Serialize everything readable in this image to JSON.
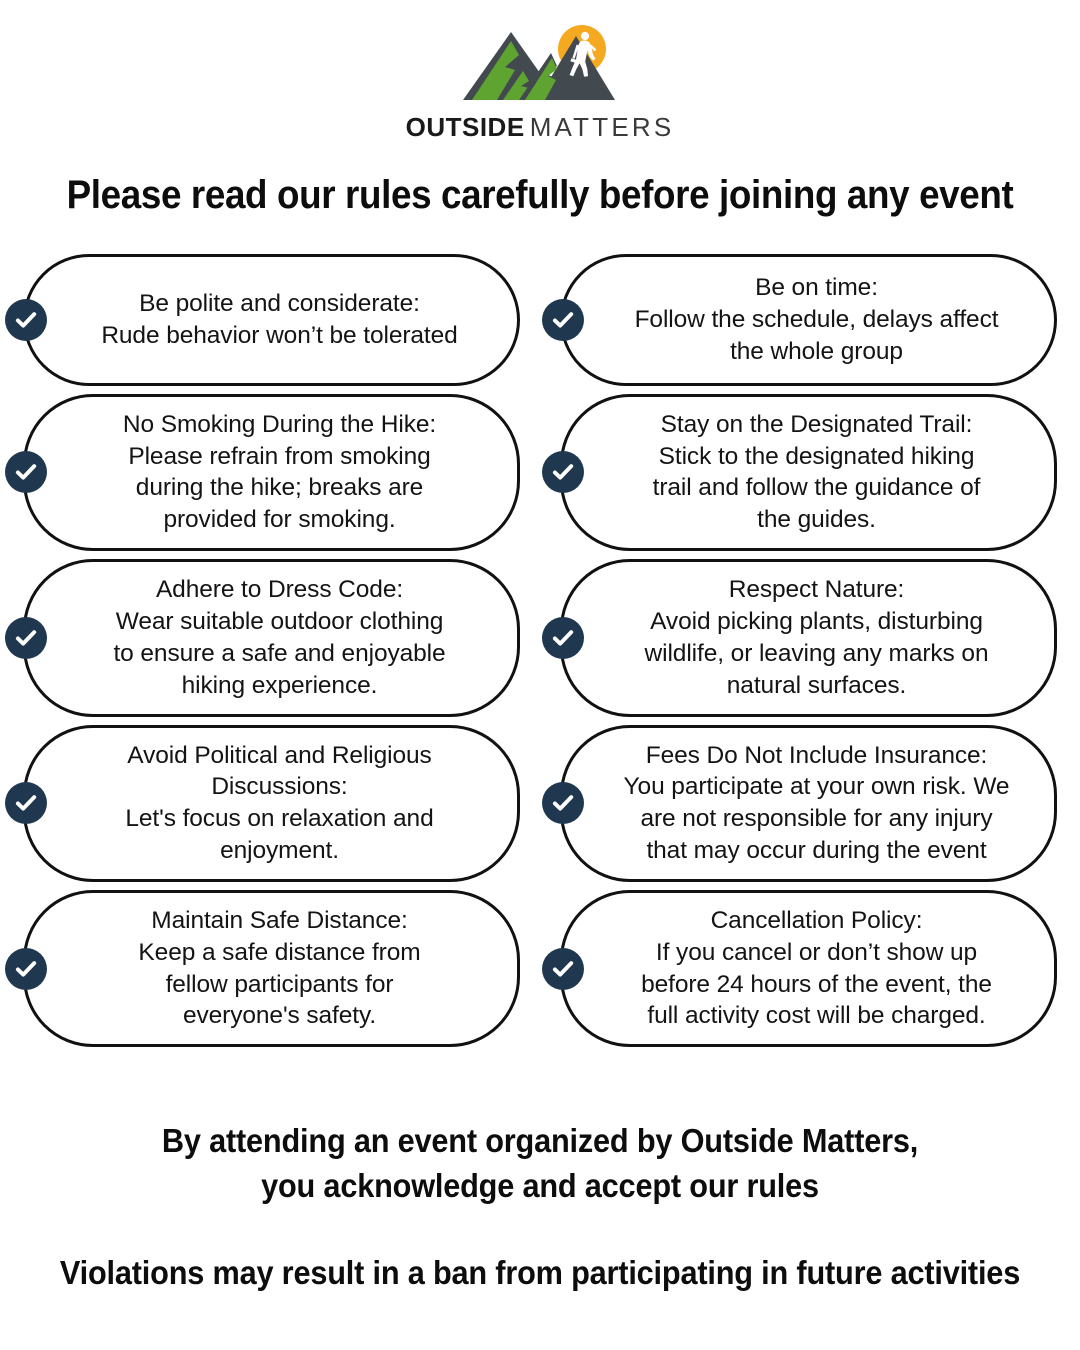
{
  "brand": {
    "name_bold": "OUTSIDE",
    "name_light": "MATTERS",
    "logo_icon": "mountain-hiker-sun-logo",
    "colors": {
      "mountain_dark": "#434a4f",
      "mountain_green": "#5fa431",
      "sun_yellow": "#f5a920",
      "check_navy": "#20384f",
      "card_border": "#111111",
      "text": "#141414"
    }
  },
  "headline": "Please read our rules carefully before joining any event",
  "rules": [
    {
      "id": "be-polite",
      "icon": "check-circle-icon",
      "text": "Be polite and considerate:\nRude behavior won’t be tolerated"
    },
    {
      "id": "be-on-time",
      "icon": "check-circle-icon",
      "text": "Be on time:\nFollow the schedule, delays affect\nthe whole group"
    },
    {
      "id": "no-smoking",
      "icon": "check-circle-icon",
      "text": "No Smoking During the Hike:\nPlease refrain from smoking\nduring the hike; breaks are\nprovided for smoking."
    },
    {
      "id": "stay-on-trail",
      "icon": "check-circle-icon",
      "text": "Stay on the Designated Trail:\nStick to the designated hiking\ntrail and follow the guidance of\nthe guides."
    },
    {
      "id": "dress-code",
      "icon": "check-circle-icon",
      "text": "Adhere to Dress Code:\nWear suitable outdoor clothing\nto ensure a safe and enjoyable\nhiking experience."
    },
    {
      "id": "respect-nature",
      "icon": "check-circle-icon",
      "text": "Respect Nature:\nAvoid picking plants, disturbing\nwildlife, or leaving any marks on\nnatural surfaces."
    },
    {
      "id": "avoid-political-religious",
      "icon": "check-circle-icon",
      "text": "Avoid Political and Religious\nDiscussions:\nLet's focus on relaxation and\nenjoyment."
    },
    {
      "id": "fees-no-insurance",
      "icon": "check-circle-icon",
      "text": "Fees Do Not Include Insurance:\nYou participate at your own risk. We\nare not responsible for any injury\nthat may occur during the event"
    },
    {
      "id": "safe-distance",
      "icon": "check-circle-icon",
      "text": "Maintain Safe Distance:\nKeep a safe distance from\nfellow participants for\neveryone's safety."
    },
    {
      "id": "cancellation-policy",
      "icon": "check-circle-icon",
      "text": "Cancellation Policy:\nIf you cancel or don’t show up\nbefore 24 hours of the event, the\nfull activity cost will be charged."
    }
  ],
  "footer": {
    "primary": "By attending an event organized by Outside Matters,\nyou acknowledge and accept our rules",
    "secondary": "Violations may result in a ban from participating in future activities"
  }
}
